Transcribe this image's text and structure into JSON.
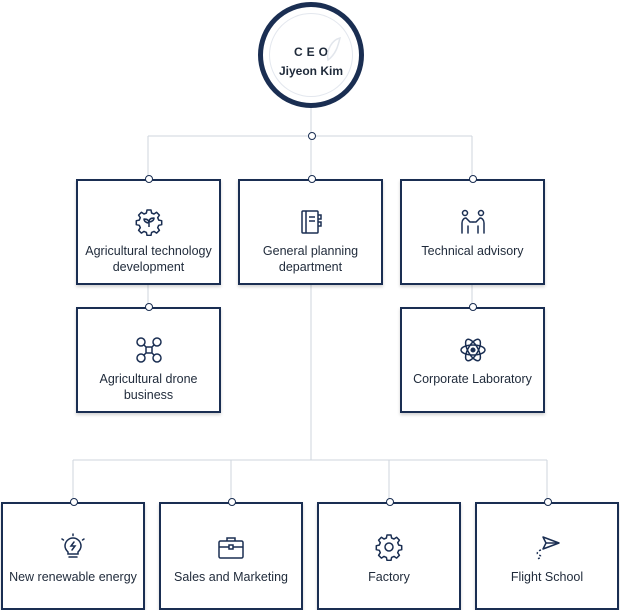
{
  "ceo": {
    "title": "CEO",
    "name": "Jiyeon Kim"
  },
  "departments": {
    "agri_tech": {
      "label": "Agricultural technology development",
      "icon": "agriculture-gear-icon"
    },
    "general_planning": {
      "label": "General planning department",
      "icon": "notebook-icon"
    },
    "technical_advisory": {
      "label": "Technical advisory",
      "icon": "people-advisory-icon"
    },
    "agri_drone": {
      "label": "Agricultural drone business",
      "icon": "drone-icon"
    },
    "corp_lab": {
      "label": "Corporate Laboratory",
      "icon": "atom-icon"
    },
    "renewable": {
      "label": "New renewable energy",
      "icon": "lightbulb-icon"
    },
    "sales": {
      "label": "Sales and Marketing",
      "icon": "briefcase-icon"
    },
    "factory": {
      "label": "Factory",
      "icon": "gear-icon"
    },
    "flight_school": {
      "label": "Flight School",
      "icon": "paper-plane-icon"
    }
  },
  "colors": {
    "border": "#1a2e52",
    "line": "#cfd5dd",
    "text": "#1f2a3a"
  }
}
